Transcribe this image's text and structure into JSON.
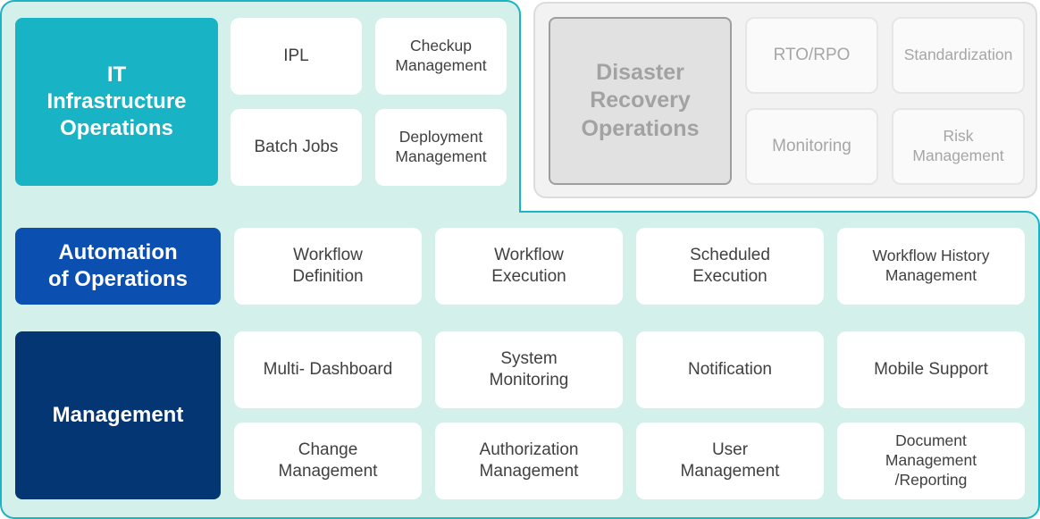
{
  "colors": {
    "background_panel": "#d3f1ea",
    "panel_border": "#1bb4c7",
    "it_infrastructure": "#18b4c6",
    "automation": "#0b4fb0",
    "management": "#043673",
    "disabled_panel": "#f2f2f2"
  },
  "it_infrastructure": {
    "title": "IT\nInfrastructure\nOperations",
    "items": [
      "IPL",
      "Checkup\nManagement",
      "Batch Jobs",
      "Deployment\nManagement"
    ]
  },
  "disaster_recovery": {
    "title": "Disaster\nRecovery\nOperations",
    "items": [
      "RTO/RPO",
      "Standardization",
      "Monitoring",
      "Risk\nManagement"
    ]
  },
  "automation": {
    "title": "Automation\nof Operations",
    "items": [
      "Workflow\nDefinition",
      "Workflow\nExecution",
      "Scheduled\nExecution",
      "Workflow History\nManagement"
    ]
  },
  "management": {
    "title": "Management",
    "items": [
      "Multi- Dashboard",
      "System\nMonitoring",
      "Notification",
      "Mobile Support",
      "Change\nManagement",
      "Authorization\nManagement",
      "User\nManagement",
      "Document\nManagement\n/Reporting"
    ]
  }
}
